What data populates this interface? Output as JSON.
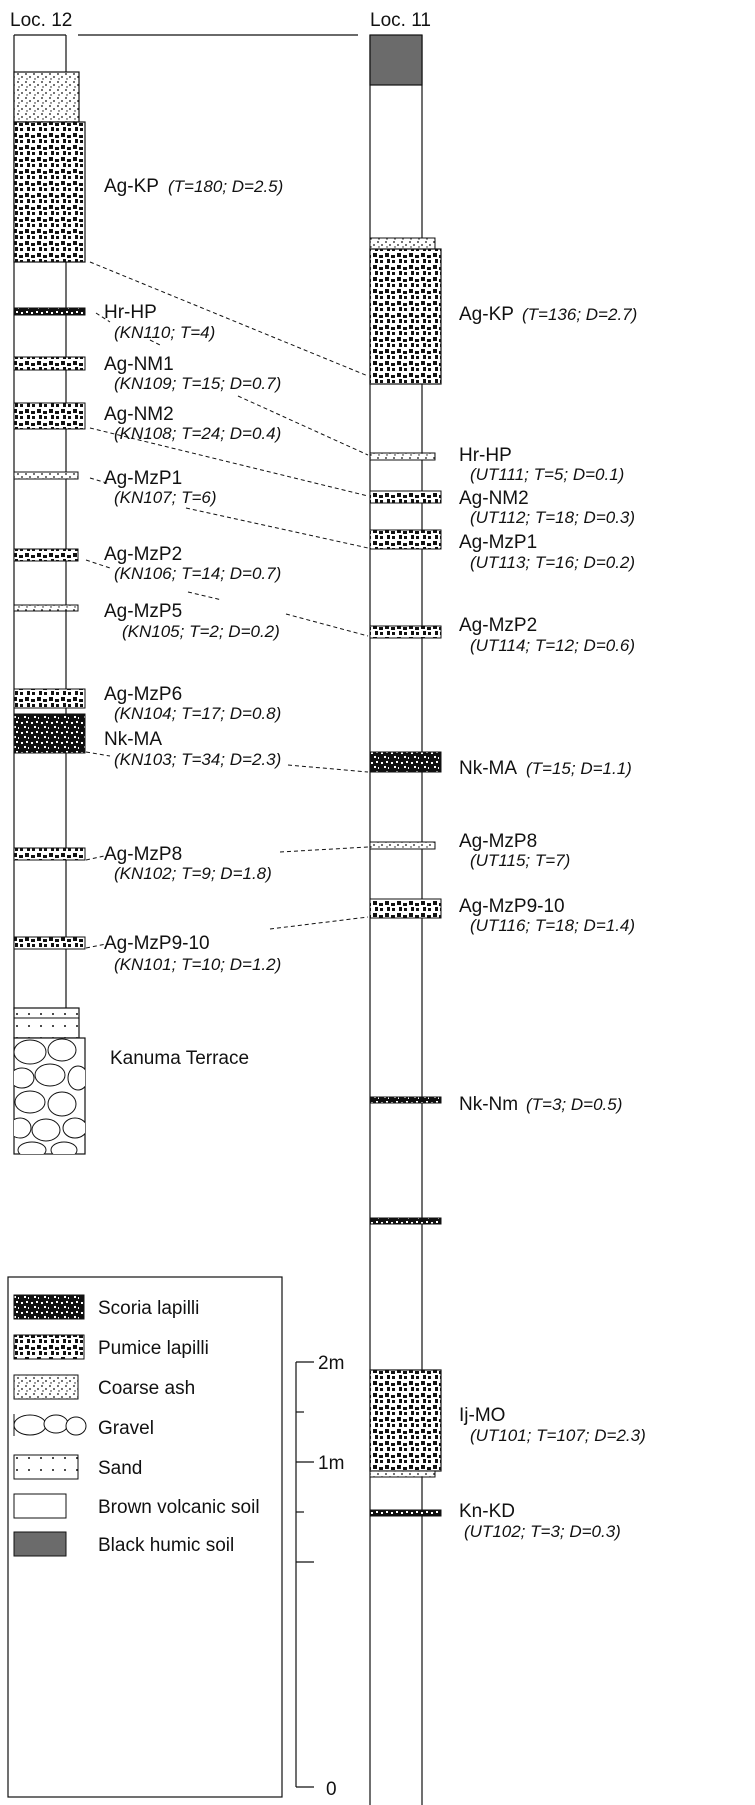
{
  "columns": {
    "loc12": "Loc. 12",
    "loc11": "Loc. 11"
  },
  "loc12_labels": [
    {
      "name": "Ag-KP",
      "detail": "(T=180; D=2.5)"
    },
    {
      "name": "Hr-HP",
      "detail": "(KN110; T=4)"
    },
    {
      "name": "Ag-NM1",
      "detail": "(KN109; T=15; D=0.7)"
    },
    {
      "name": "Ag-NM2",
      "detail": "(KN108; T=24; D=0.4)"
    },
    {
      "name": "Ag-MzP1",
      "detail": "(KN107; T=6)"
    },
    {
      "name": "Ag-MzP2",
      "detail": "(KN106; T=14; D=0.7)"
    },
    {
      "name": "Ag-MzP5",
      "detail": "(KN105; T=2; D=0.2)"
    },
    {
      "name": "Ag-MzP6",
      "detail": "(KN104; T=17; D=0.8)"
    },
    {
      "name": "Nk-MA",
      "detail": "(KN103; T=34; D=2.3)"
    },
    {
      "name": "Ag-MzP8",
      "detail": "(KN102; T=9; D=1.8)"
    },
    {
      "name": "Ag-MzP9-10",
      "detail": "(KN101; T=10; D=1.2)"
    },
    {
      "name": "Kanuma Terrace",
      "detail": ""
    }
  ],
  "loc11_labels": [
    {
      "name": "Ag-KP",
      "detail": "(T=136; D=2.7)"
    },
    {
      "name": "Hr-HP",
      "detail": "(UT111; T=5; D=0.1)"
    },
    {
      "name": "Ag-NM2",
      "detail": "(UT112; T=18; D=0.3)"
    },
    {
      "name": "Ag-MzP1",
      "detail": "(UT113; T=16; D=0.2)"
    },
    {
      "name": "Ag-MzP2",
      "detail": "(UT114; T=12; D=0.6)"
    },
    {
      "name": "Nk-MA",
      "detail": "(T=15; D=1.1)"
    },
    {
      "name": "Ag-MzP8",
      "detail": "(UT115; T=7)"
    },
    {
      "name": "Ag-MzP9-10",
      "detail": "(UT116; T=18; D=1.4)"
    },
    {
      "name": "Nk-Nm",
      "detail": "(T=3; D=0.5)"
    },
    {
      "name": "Ij-MO",
      "detail": "(UT101; T=107; D=2.3)"
    },
    {
      "name": "Kn-KD",
      "detail": "(UT102; T=3; D=0.3)"
    }
  ],
  "legend": [
    {
      "label": "Scoria lapilli",
      "pattern": "scoria-pattern"
    },
    {
      "label": "Pumice lapilli",
      "pattern": "pumice-pattern"
    },
    {
      "label": "Coarse ash",
      "pattern": "ash-pattern"
    },
    {
      "label": "Gravel",
      "pattern": "gravel-pattern"
    },
    {
      "label": "Sand",
      "pattern": "sand-pattern"
    },
    {
      "label": "Brown volcanic soil",
      "pattern": "blank"
    },
    {
      "label": "Black humic soil",
      "pattern": "gray-fill"
    }
  ],
  "scale": {
    "top": "2m",
    "mid": "1m",
    "bottom": "0"
  },
  "colors": {
    "black_humic_soil": "#6b6b6b",
    "line": "#111111"
  }
}
